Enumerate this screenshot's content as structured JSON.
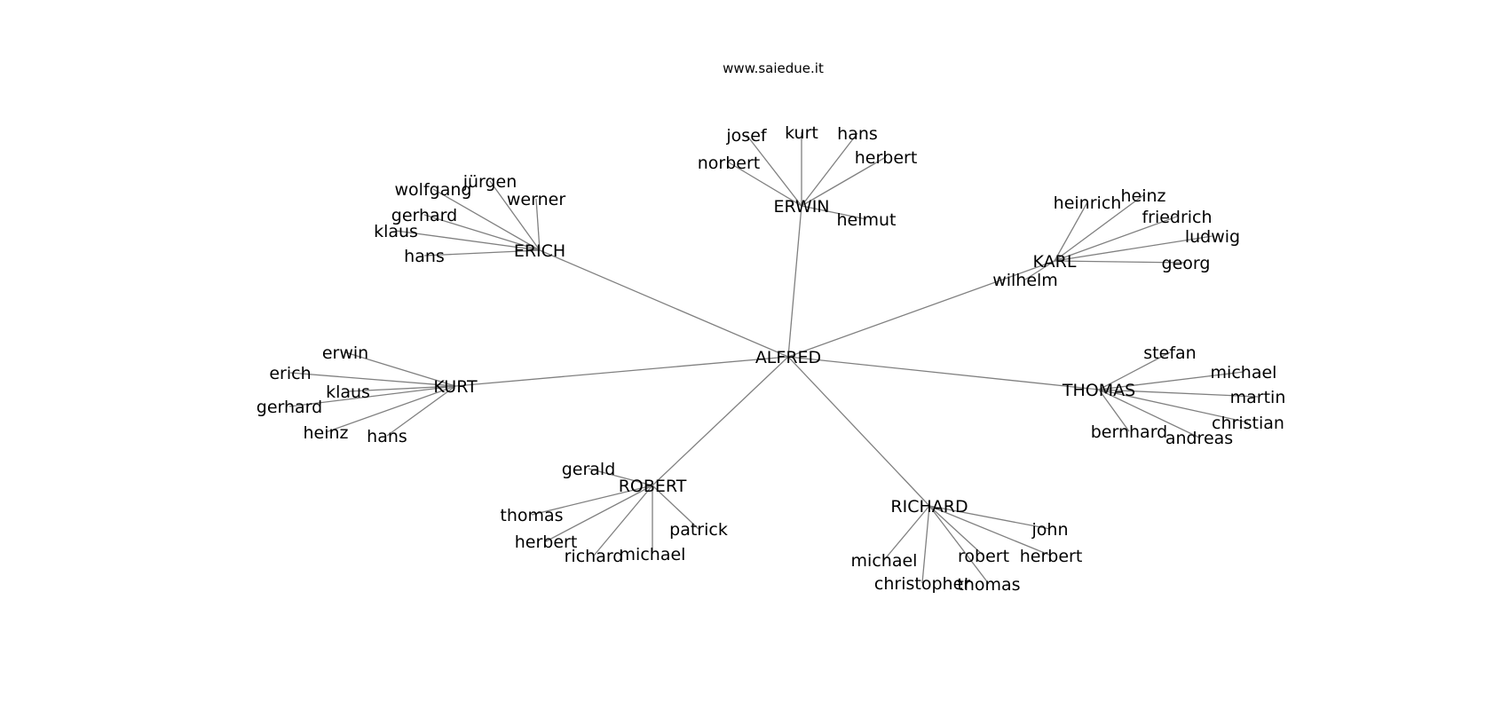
{
  "header": {
    "site": "www.saiedue.it"
  },
  "tree": {
    "root": "ALFRED",
    "groups": [
      {
        "name": "ERWIN",
        "children": [
          "josef",
          "kurt",
          "hans",
          "norbert",
          "herbert",
          "helmut"
        ]
      },
      {
        "name": "ERICH",
        "children": [
          "jürgen",
          "wolfgang",
          "werner",
          "gerhard",
          "klaus",
          "hans"
        ]
      },
      {
        "name": "KARL",
        "children": [
          "heinrich",
          "heinz",
          "friedrich",
          "ludwig",
          "georg",
          "wilhelm"
        ]
      },
      {
        "name": "KURT",
        "children": [
          "erwin",
          "erich",
          "klaus",
          "gerhard",
          "heinz",
          "hans"
        ]
      },
      {
        "name": "THOMAS",
        "children": [
          "stefan",
          "michael",
          "martin",
          "christian",
          "bernhard",
          "andreas"
        ]
      },
      {
        "name": "ROBERT",
        "children": [
          "gerald",
          "thomas",
          "herbert",
          "patrick",
          "richard",
          "michael"
        ]
      },
      {
        "name": "RICHARD",
        "children": [
          "john",
          "robert",
          "herbert",
          "michael",
          "christopher",
          "thomas"
        ]
      }
    ]
  }
}
